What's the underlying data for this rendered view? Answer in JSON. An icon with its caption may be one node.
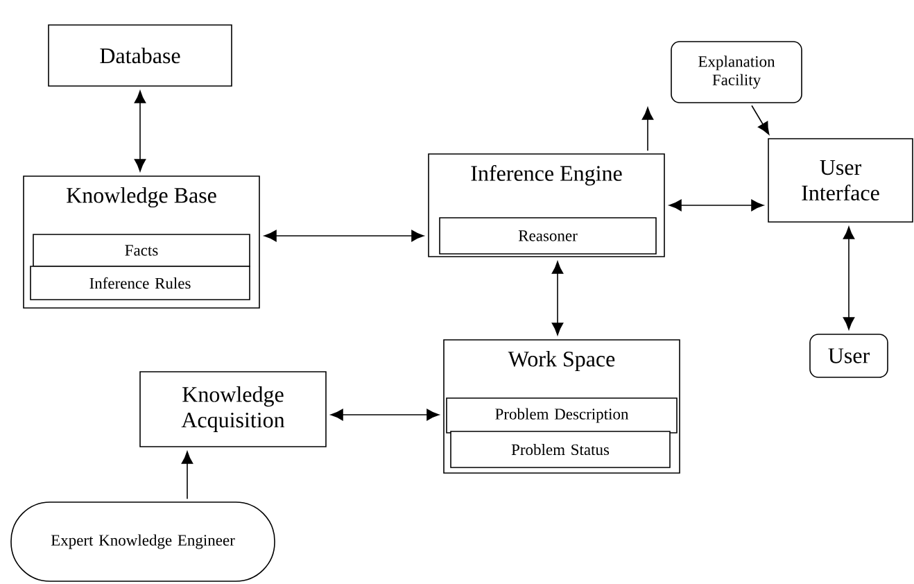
{
  "diagram": {
    "nodes": [
      {
        "text": [
          "Database"
        ]
      },
      {
        "text": [
          "Knowledge Base"
        ]
      },
      {
        "text": [
          "Facts"
        ],
        "in": 1
      },
      {
        "text": [
          "Inference Rules"
        ],
        "in": 1
      },
      {
        "text": [
          "Inference Engine"
        ]
      },
      {
        "text": [
          "Reasoner"
        ],
        "in": 4
      },
      {
        "text": [
          "Explanation Facility"
        ]
      },
      {
        "text": [
          "User Interface"
        ]
      },
      {
        "text": [
          "User"
        ]
      },
      {
        "text": [
          "Work Space"
        ]
      },
      {
        "text": [
          "Problem Description"
        ],
        "in": 9
      },
      {
        "text": [
          "Problem Status"
        ],
        "in": 9
      },
      {
        "text": [
          "Knowledge Acquisition"
        ]
      },
      {
        "text": [
          "Expert Knowledge Engineer"
        ]
      }
    ],
    "edges": [
      {
        "from": 0,
        "to": 1,
        "arrow": "both"
      },
      {
        "from": 1,
        "to": 4,
        "arrow": "both"
      },
      {
        "from": 4,
        "to": 6,
        "arrow": "to"
      },
      {
        "from": 6,
        "to": 7,
        "arrow": "to"
      },
      {
        "from": 4,
        "to": 7,
        "arrow": "both"
      },
      {
        "from": 7,
        "to": 8,
        "arrow": "both"
      },
      {
        "from": 4,
        "to": 9,
        "arrow": "both"
      },
      {
        "from": 12,
        "to": 9,
        "arrow": "both"
      },
      {
        "from": 13,
        "to": 12,
        "arrow": "to"
      }
    ]
  }
}
